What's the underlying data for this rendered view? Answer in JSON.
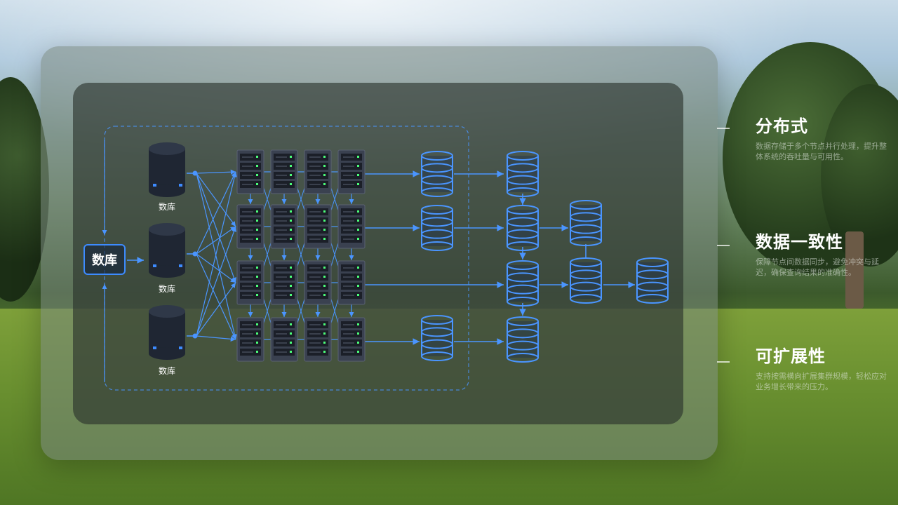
{
  "diagram": {
    "main_node_label": "数库",
    "source_labels": [
      "数库",
      "数库",
      "数库"
    ]
  },
  "features": [
    {
      "title": "分布式",
      "description": "数据存储于多个节点并行处理，提升整体系统的吞吐量与可用性。"
    },
    {
      "title": "数据一致性",
      "description": "保障节点间数据同步，避免冲突与延迟，确保查询结果的准确性。"
    },
    {
      "title": "可扩展性",
      "description": "支持按需横向扩展集群规模，轻松应对业务增长带来的压力。"
    }
  ],
  "colors": {
    "accent": "#3d8bff",
    "line": "#4a95ff",
    "server": "#2b3140"
  }
}
